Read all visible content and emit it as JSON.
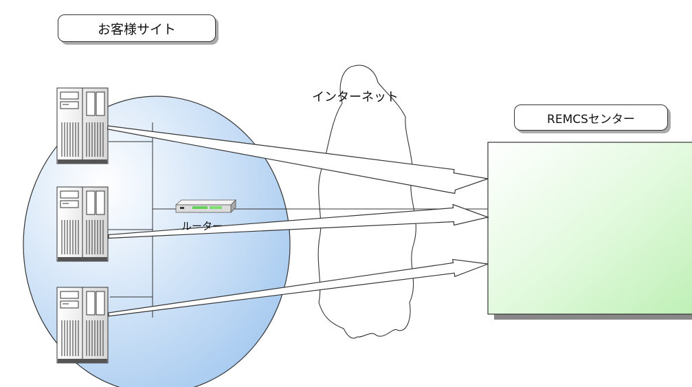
{
  "customer_site": {
    "label": "お客様サイト"
  },
  "internet": {
    "label": "インターネット"
  },
  "router": {
    "label": "ルーター"
  },
  "remcs_center": {
    "label": "REMCSセンター"
  },
  "colors": {
    "customer_site_fill": "#b4d4f4",
    "center_fill": "#d4f5cf",
    "line": "#333333",
    "shadow": "#888888"
  },
  "icons": [
    "server-icon",
    "router-icon",
    "cloud-icon",
    "arrow-icon"
  ]
}
